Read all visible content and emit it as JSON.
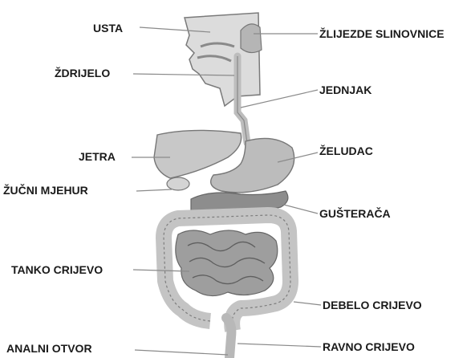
{
  "labels": {
    "usta": "USTA",
    "zlijezde_slinovnice": "ŽLIJEZDE SLINOVNICE",
    "zdrijelo": "ŽDRIJELO",
    "jednjak": "JEDNJAK",
    "jetra": "JETRA",
    "zeludac": "ŽELUDAC",
    "zucni_mjehur": "ŽUČNI MJEHUR",
    "gusteraca": "GUŠTERAČA",
    "tanko_crijevo": "TANKO CRIJEVO",
    "debelo_crijevo": "DEBELO CRIJEVO",
    "analni_otvor": "ANALNI OTVOR",
    "ravno_crijevo": "RAVNO CRIJEVO"
  },
  "colors": {
    "organ_light": "#c9c9c9",
    "organ_mid": "#9a9a9a",
    "organ_dark": "#6e6e6e",
    "outline": "#777777",
    "leader": "#8a8a8a",
    "text": "#1a1a1a"
  }
}
